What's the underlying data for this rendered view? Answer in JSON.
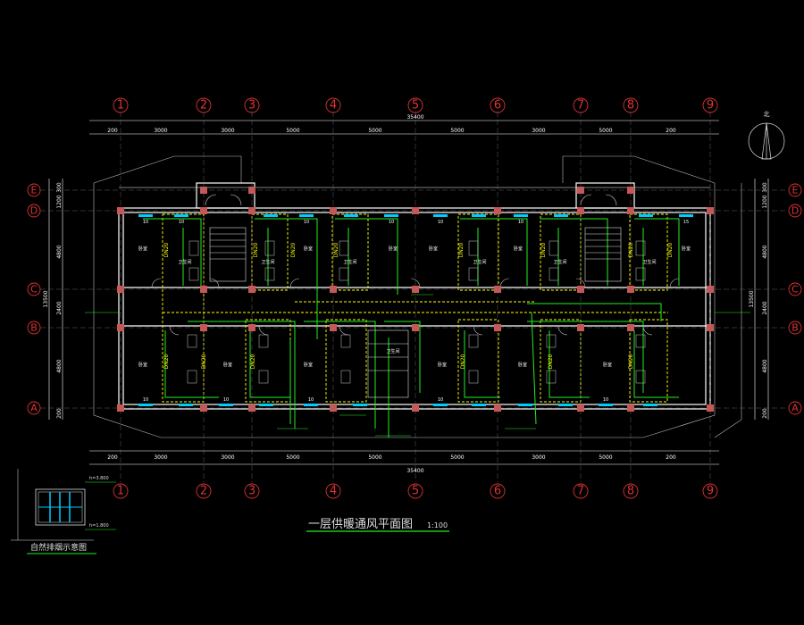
{
  "drawing": {
    "title": "一层供暖通风平面图",
    "scale": "1:100",
    "legend_title": "自然排烟示意图",
    "legend_h_top": "h=3.800",
    "legend_h_bottom": "h=1.800",
    "north_label": "北"
  },
  "axes": {
    "columns": [
      "1",
      "2",
      "3",
      "4",
      "5",
      "6",
      "7",
      "8",
      "9"
    ],
    "rows": [
      "E",
      "D",
      "C",
      "B",
      "A"
    ]
  },
  "dimensions": {
    "top": [
      "200",
      "3000",
      "3000",
      "5000",
      "5000",
      "5000",
      "3000",
      "5000",
      "200"
    ],
    "total": "35400",
    "left": [
      "300",
      "1200",
      "4800",
      "2400",
      "4800",
      "200"
    ],
    "left_total": "13500",
    "right": [
      "300",
      "1200",
      "4800",
      "2400",
      "4800",
      "200"
    ],
    "right_total": "13500"
  },
  "rooms": {
    "labels": [
      "卧室",
      "卧室",
      "卧室",
      "卧室",
      "卧室",
      "卧室",
      "卧室",
      "卧室",
      "卧室",
      "卧室",
      "卧室",
      "卧室"
    ],
    "wc_label": "卫生间",
    "dn_label": "DN20",
    "radiator_numbers": [
      "10",
      "10",
      "10",
      "10",
      "10",
      "10",
      "10",
      "10",
      "10",
      "10",
      "10",
      "15"
    ]
  },
  "colors": {
    "background": "#000000",
    "wall": "#ffffff",
    "column": "#cc5555",
    "pipe_supply": "#22ee22",
    "pipe_dashed": "#ffff00",
    "radiator": "#00ccff",
    "axis": "#dd3333"
  }
}
